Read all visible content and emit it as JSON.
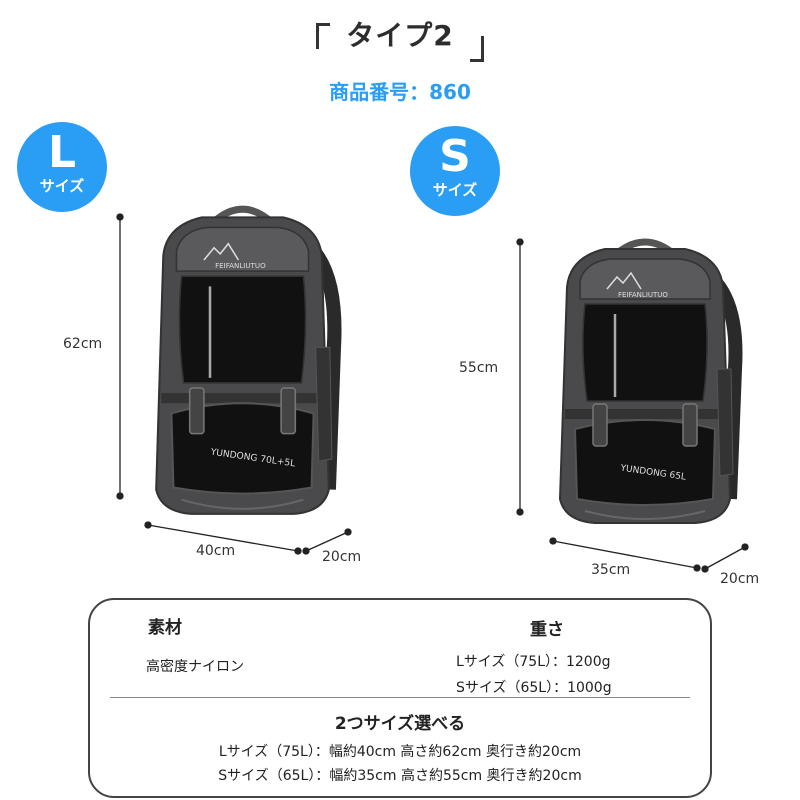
{
  "header": {
    "title": "タイプ2",
    "product_code": "商品番号：860"
  },
  "badges": {
    "large": {
      "letter": "L",
      "label": "サイズ"
    },
    "small": {
      "letter": "S",
      "label": "サイズ"
    }
  },
  "bag_large": {
    "brand": "FEIFANLIUTUO",
    "model": "YUNDONG 70L+5L",
    "height": "62cm",
    "width": "40cm",
    "depth": "20cm"
  },
  "bag_small": {
    "brand": "FEIFANLIUTUO",
    "model": "YUNDONG 65L",
    "height": "55cm",
    "width": "35cm",
    "depth": "20cm"
  },
  "specs": {
    "material_heading": "素材",
    "material_value": "高密度ナイロン",
    "weight_heading": "重さ",
    "weight_large": "Lサイズ（75L）：1200g",
    "weight_small": "Sサイズ（65L）：1000g",
    "sizes_heading": "2つサイズ選べる",
    "size_large": "Lサイズ（75L）：幅約40cm  高さ約62cm 奥行き約20cm",
    "size_small": "Sサイズ（65L）：幅約35cm  高さ約55cm 奥行き約20cm"
  },
  "colors": {
    "accent": "#2a9df4",
    "bag_body": "#4a4a4d",
    "bag_panel": "#111111"
  }
}
